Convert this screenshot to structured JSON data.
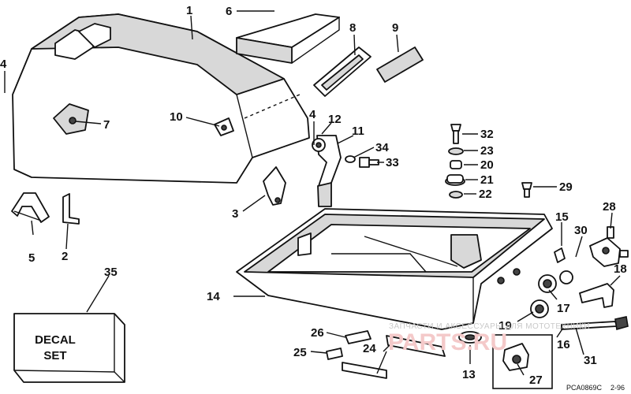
{
  "diagram": {
    "callouts": [
      "1",
      "2",
      "3",
      "4",
      "4",
      "5",
      "6",
      "7",
      "8",
      "9",
      "10",
      "11",
      "12",
      "13",
      "14",
      "15",
      "16",
      "17",
      "18",
      "19",
      "20",
      "21",
      "22",
      "23",
      "24",
      "25",
      "26",
      "27",
      "28",
      "29",
      "30",
      "31",
      "32",
      "33",
      "34",
      "35"
    ],
    "decal_label": [
      "DECAL",
      "SET"
    ],
    "drawing_code": "PCA0869C",
    "drawing_date": "2-96",
    "watermark_text": "ЗАПЧАСТИ И АКСЕССУАРЫ ДЛЯ МОТОТЕХНИКИ",
    "watermark_logo": "PARTS.RU"
  }
}
